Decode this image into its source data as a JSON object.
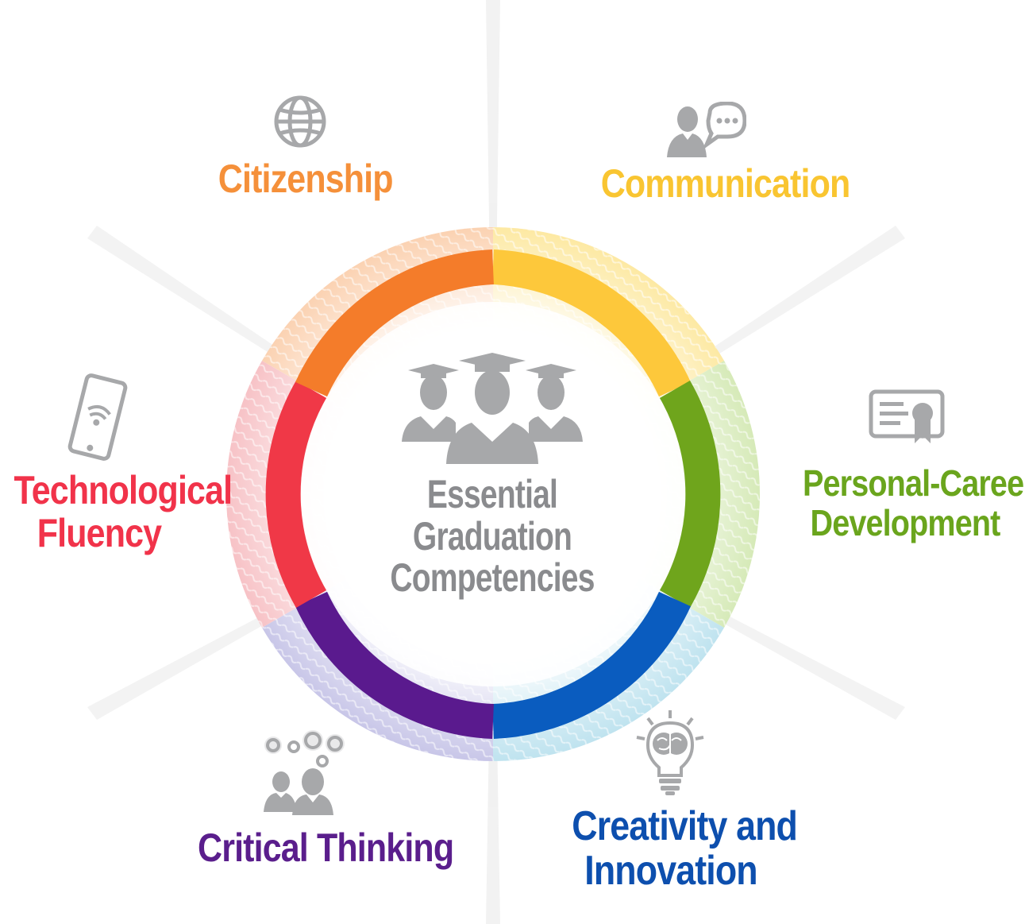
{
  "title": [
    "Essential Graduation",
    "Competencies"
  ],
  "competencies": [
    {
      "key": "citizenship",
      "lines": [
        "Citizenship"
      ],
      "color": "#f5903a",
      "icon": "globe-icon"
    },
    {
      "key": "communication",
      "lines": [
        "Communication"
      ],
      "color": "#f9c531",
      "icon": "person-speech-bubble-icon"
    },
    {
      "key": "personal_career",
      "lines": [
        "Personal-Career",
        "Development"
      ],
      "color": "#6aa51d",
      "icon": "certificate-icon"
    },
    {
      "key": "creativity",
      "lines": [
        "Creativity and",
        "Innovation"
      ],
      "color": "#0d4fae",
      "icon": "lightbulb-brain-icon"
    },
    {
      "key": "critical_thinking",
      "lines": [
        "Critical Thinking"
      ],
      "color": "#5a1e8c",
      "icon": "gears-people-icon"
    },
    {
      "key": "tech_fluency",
      "lines": [
        "Technological",
        "Fluency"
      ],
      "color": "#f1334a",
      "icon": "smartphone-wifi-icon"
    }
  ],
  "ring_colors": {
    "orange": "#f47c2a",
    "yellow": "#fdc83b",
    "green": "#6fa51c",
    "blue": "#0a5cbf",
    "purple": "#5a1a8e",
    "red": "#f03847"
  },
  "icon_color": "#a7a8aa",
  "center_icon": "graduates-icon"
}
